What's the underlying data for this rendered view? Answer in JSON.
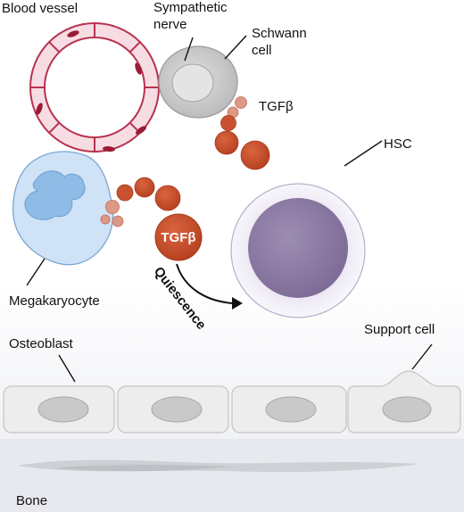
{
  "labels": {
    "blood_vessel": "Blood vessel",
    "sympathetic_nerve_1": "Sympathetic",
    "sympathetic_nerve_2": "nerve",
    "schwann_cell_1": "Schwann",
    "schwann_cell_2": "cell",
    "tgfb_top": "TGFβ",
    "tgfb_center": "TGFβ",
    "hsc": "HSC",
    "megakaryocyte": "Megakaryocyte",
    "quiescence": "Quiescence",
    "osteoblast": "Osteoblast",
    "support_cell": "Support cell",
    "bone": "Bone"
  },
  "colors": {
    "tgfb_particle": "#c8512f",
    "tgfb_particle_light": "#dc9a86",
    "vessel_wall": "#f7dde3",
    "vessel_outline": "#b8324f",
    "vessel_nucleus": "#9b1b36",
    "schwann_cell": "#c9c9c9",
    "nerve_axon": "#e2e2e2",
    "megakaryocyte": "#cfe2f6",
    "megakaryocyte_nucleus": "#8fbce6",
    "hsc_outer": "#ece8f3",
    "hsc_nucleus": "#8c7ba3",
    "bone_cells": "#ededed",
    "bone_nuclei": "#c9c9c9"
  }
}
